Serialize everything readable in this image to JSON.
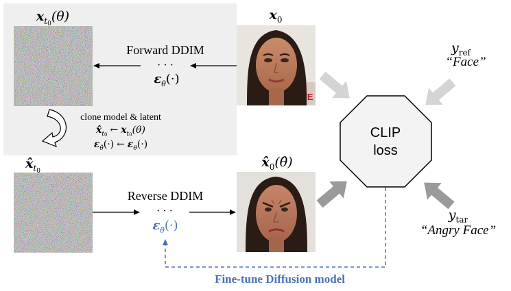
{
  "top_noise_label": {
    "base": "x",
    "sub": "t",
    "sub2": "0",
    "arg": "(θ)"
  },
  "x0_label": {
    "base": "x",
    "sub": "0"
  },
  "forward": {
    "title": "Forward DDIM",
    "dots": "· · ·",
    "model": {
      "base": "ε",
      "sub": "θ",
      "arg": "(·)"
    }
  },
  "clone": {
    "title": "clone model & latent",
    "line1": {
      "lhs": "x̂",
      "lhs_sub": "t",
      "lhs_sub2": "0",
      "arrow": "←",
      "rhs": "x",
      "rhs_sub": "t",
      "rhs_sub2": "0",
      "rhs_arg": "(θ)"
    },
    "line2": {
      "lhs": "ε",
      "lhs_sub": "θ̂",
      "lhs_arg": "(·)",
      "arrow": "←",
      "rhs": "ε",
      "rhs_sub": "θ",
      "rhs_arg": "(·)"
    }
  },
  "bottom_noise_label": {
    "base": "x̂",
    "sub": "t",
    "sub2": "0"
  },
  "xhat_label": {
    "base": "x̂",
    "sub": "0",
    "arg": "(θ̂)"
  },
  "reverse": {
    "title": "Reverse DDIM",
    "dots": "· · ·",
    "model": {
      "base": "ε",
      "sub": "θ̂",
      "arg": "(·)"
    }
  },
  "clip": {
    "line1": "CLIP",
    "line2": "loss"
  },
  "y_ref": {
    "base": "y",
    "sub": "ref",
    "text": "“Face”"
  },
  "y_tar": {
    "base": "y",
    "sub": "tar",
    "text": "“Angry Face”"
  },
  "finetune_label": "Fine-tune Diffusion model",
  "colors": {
    "panel": "#efefef",
    "blue": "#4a72b8",
    "gray_arrow": "#d4d4d4",
    "dark_arrow": "#9a9a9a",
    "octagon": "#f3f3f3"
  }
}
